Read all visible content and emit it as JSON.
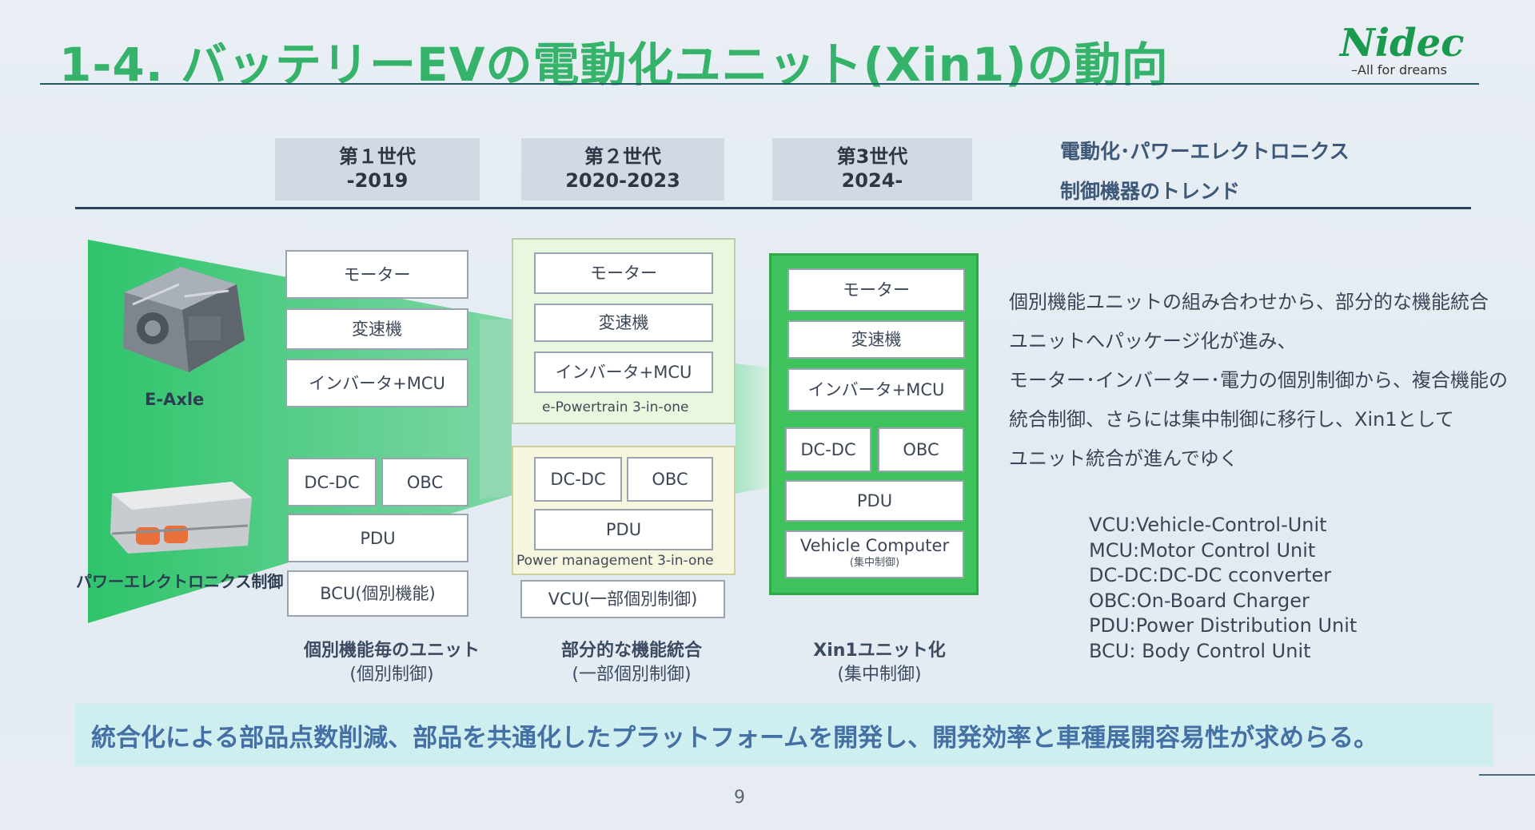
{
  "header": {
    "title": "1-4. バッテリーEVの電動化ユニット(Xin1)の動向",
    "logo_text": "Nidec",
    "logo_tagline": "–All for dreams"
  },
  "generations": [
    {
      "line1": "第１世代",
      "line2": "-2019"
    },
    {
      "line1": "第２世代",
      "line2": "2020-2023"
    },
    {
      "line1": "第3世代",
      "line2": "2024-"
    }
  ],
  "trend": {
    "line1": "電動化･パワーエレクトロニクス",
    "line2": "制御機器のトレンド"
  },
  "left_labels": {
    "eaxle": "E-Axle",
    "power": "パワーエレクトロニクス制御"
  },
  "gen1": {
    "motor": "モーター",
    "trans": "変速機",
    "inv": "インバータ+MCU",
    "dcdc": "DC-DC",
    "obc": "OBC",
    "pdu": "PDU",
    "bcu": "BCU(個別機能)",
    "caption1": "個別機能毎のユニット",
    "caption2": "(個別制御)"
  },
  "gen2": {
    "motor": "モーター",
    "trans": "変速機",
    "inv": "インバータ+MCU",
    "powertrain_label": "e-Powertrain 3-in-one",
    "dcdc": "DC-DC",
    "obc": "OBC",
    "pdu": "PDU",
    "power_label": "Power management 3-in-one",
    "vcu": "VCU(一部個別制御)",
    "caption1": "部分的な機能統合",
    "caption2": "(一部個別制御)"
  },
  "gen3": {
    "motor": "モーター",
    "trans": "変速機",
    "inv": "インバータ+MCU",
    "dcdc": "DC-DC",
    "obc": "OBC",
    "pdu": "PDU",
    "vc": "Vehicle Computer",
    "vc_sub": "(集中制御)",
    "caption1": "Xin1ユニット化",
    "caption2": "(集中制御)"
  },
  "description": [
    "個別機能ユニットの組み合わせから、部分的な機能統合",
    "ユニットへパッケージ化が進み、",
    "モーター･インバーター･電力の個別制御から、複合機能の",
    "統合制御、さらには集中制御に移行し、Xin1として",
    "ユニット統合が進んでゆく"
  ],
  "definitions": [
    "VCU:Vehicle-Control-Unit",
    "MCU:Motor Control Unit",
    "DC-DC:DC-DC cconverter",
    "OBC:On-Board Charger",
    "PDU:Power Distribution Unit",
    "BCU: Body Control Unit"
  ],
  "banner": "統合化による部品点数削減、部品を共通化したプラットフォームを開発し、開発効率と車種展開容易性が求めらる。",
  "page_number": "9",
  "colors": {
    "title_green": "#35b36a",
    "gen3_green": "#3ec25b",
    "banner_bg": "#cfeef0",
    "banner_text": "#4470a6"
  }
}
